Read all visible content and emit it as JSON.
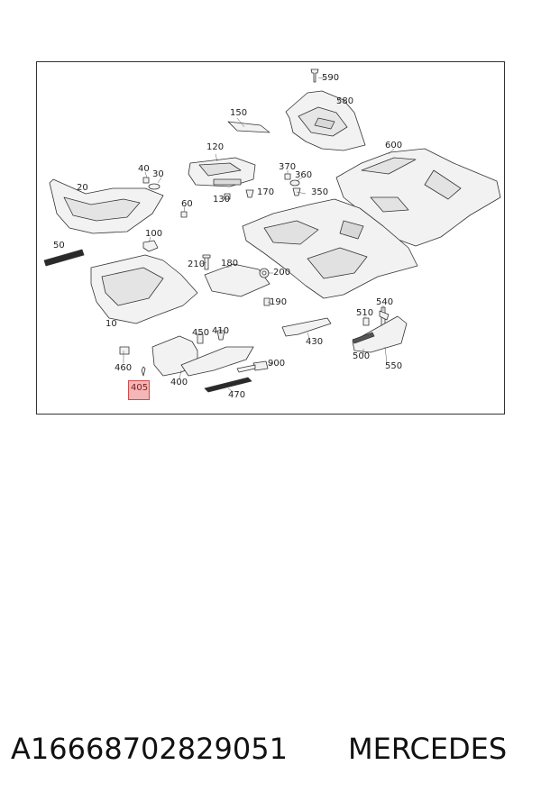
{
  "diagram": {
    "callouts": [
      {
        "id": "590",
        "label": "590"
      },
      {
        "id": "580",
        "label": "580"
      },
      {
        "id": "150",
        "label": "150"
      },
      {
        "id": "600",
        "label": "600"
      },
      {
        "id": "120",
        "label": "120"
      },
      {
        "id": "40",
        "label": "40"
      },
      {
        "id": "30",
        "label": "30"
      },
      {
        "id": "370",
        "label": "370"
      },
      {
        "id": "360",
        "label": "360"
      },
      {
        "id": "20",
        "label": "20"
      },
      {
        "id": "130",
        "label": "130"
      },
      {
        "id": "170",
        "label": "170"
      },
      {
        "id": "350",
        "label": "350"
      },
      {
        "id": "60",
        "label": "60"
      },
      {
        "id": "100",
        "label": "100"
      },
      {
        "id": "50",
        "label": "50"
      },
      {
        "id": "210",
        "label": "210"
      },
      {
        "id": "180",
        "label": "180"
      },
      {
        "id": "200",
        "label": "200"
      },
      {
        "id": "190",
        "label": "190"
      },
      {
        "id": "10",
        "label": "10"
      },
      {
        "id": "540",
        "label": "540"
      },
      {
        "id": "510",
        "label": "510"
      },
      {
        "id": "450",
        "label": "450"
      },
      {
        "id": "410",
        "label": "410"
      },
      {
        "id": "430",
        "label": "430"
      },
      {
        "id": "460",
        "label": "460"
      },
      {
        "id": "500",
        "label": "500"
      },
      {
        "id": "900",
        "label": "900"
      },
      {
        "id": "550",
        "label": "550"
      },
      {
        "id": "400",
        "label": "400"
      },
      {
        "id": "405",
        "label": "405"
      },
      {
        "id": "470",
        "label": "470"
      }
    ],
    "highlight_color": "#f4b6b6"
  },
  "caption": {
    "part_number": "A1666870282905​1",
    "brand": "MERCEDES"
  }
}
